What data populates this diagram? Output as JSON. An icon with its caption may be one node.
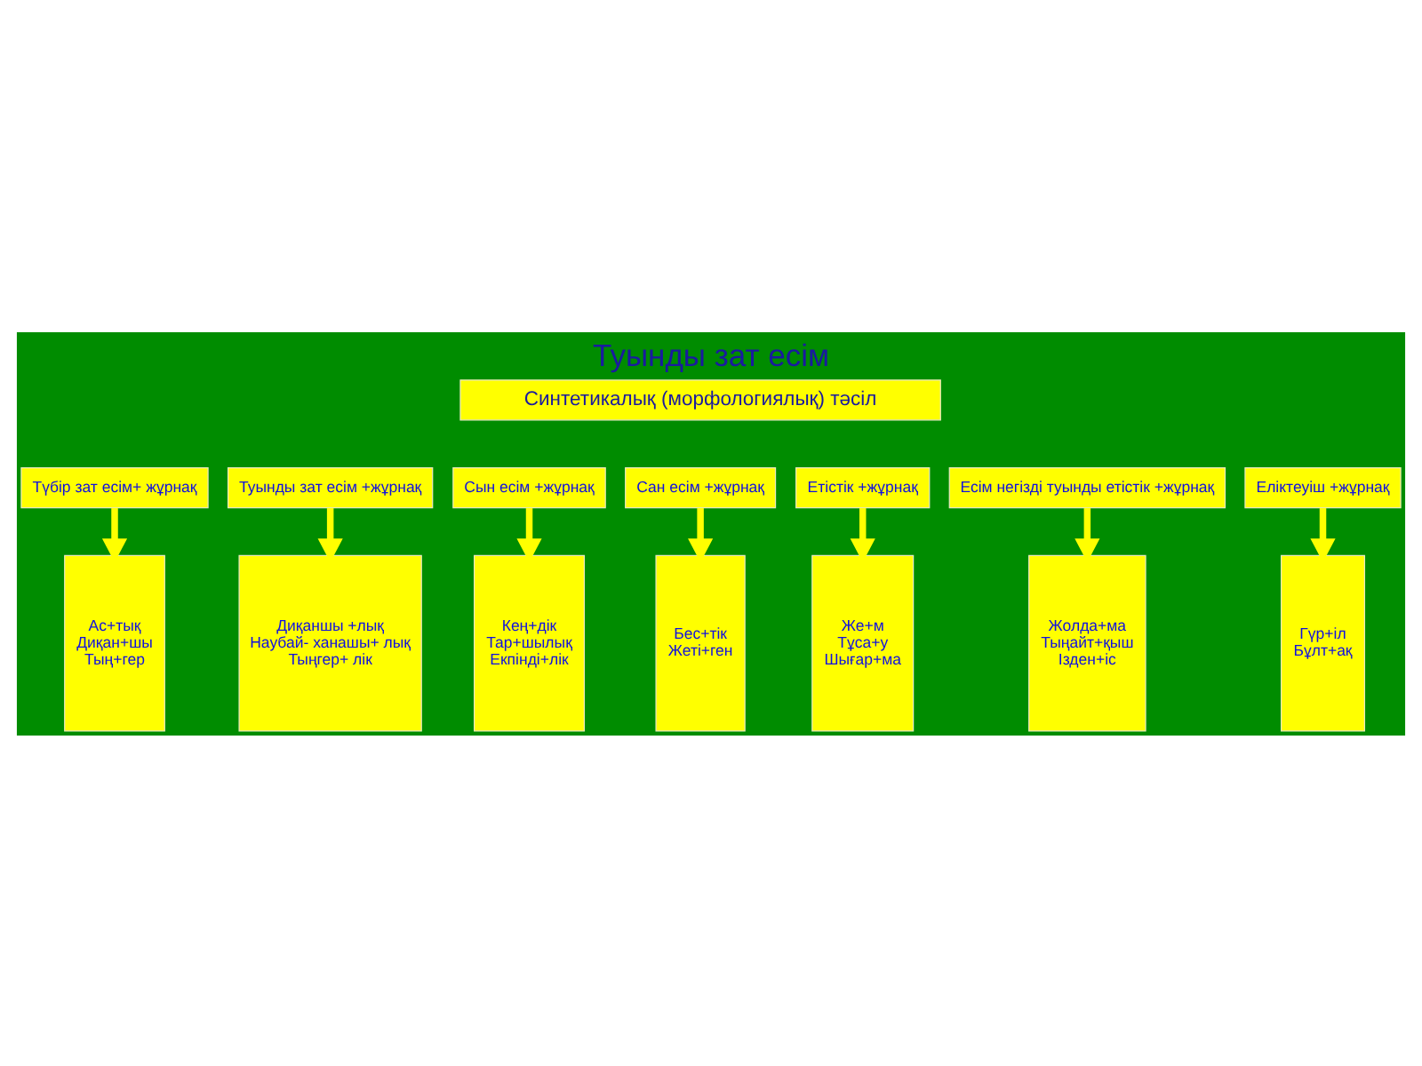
{
  "diagram": {
    "title": "Туынды зат есім",
    "nodes": [
      {
        "text": [
          "Синтетикалық (морфологиялық) тәсіл"
        ]
      },
      {
        "text": [
          "Түбір зат есім+ жұрнақ"
        ]
      },
      {
        "text": [
          "Туынды зат есім +жұрнақ"
        ]
      },
      {
        "text": [
          "Сын есім +жұрнақ"
        ]
      },
      {
        "text": [
          "Сан есім +жұрнақ"
        ]
      },
      {
        "text": [
          "Етістік +жұрнақ"
        ]
      },
      {
        "text": [
          "Есім негізді туынды етістік +жұрнақ"
        ]
      },
      {
        "text": [
          "Еліктеуіш +жұрнақ"
        ]
      },
      {
        "text": [
          "Ас+тық",
          "Диқан+шы",
          "Тың+гер"
        ]
      },
      {
        "text": [
          "Диқаншы +лық",
          "Наубай- ханашы+ лық",
          "Тыңгер+ лік"
        ]
      },
      {
        "text": [
          "Кең+дік",
          "Тар+шылық",
          "Екпінді+лік"
        ]
      },
      {
        "text": [
          "Бес+тік",
          "Жеті+ген"
        ]
      },
      {
        "text": [
          "Же+м",
          "Тұса+у",
          "Шығар+ма"
        ]
      },
      {
        "text": [
          "Жолда+ма",
          "Тыңайт+қыш",
          "Ізден+іс"
        ]
      },
      {
        "text": [
          "Гүр+іл",
          "Бұлт+ақ"
        ]
      }
    ],
    "edges": [
      {
        "from": 1,
        "to": 8,
        "arrow": "to"
      },
      {
        "from": 2,
        "to": 9,
        "arrow": "to"
      },
      {
        "from": 3,
        "to": 10,
        "arrow": "to"
      },
      {
        "from": 4,
        "to": 11,
        "arrow": "to"
      },
      {
        "from": 5,
        "to": 12,
        "arrow": "to"
      },
      {
        "from": 6,
        "to": 13,
        "arrow": "to"
      },
      {
        "from": 7,
        "to": 14,
        "arrow": "to"
      }
    ]
  }
}
